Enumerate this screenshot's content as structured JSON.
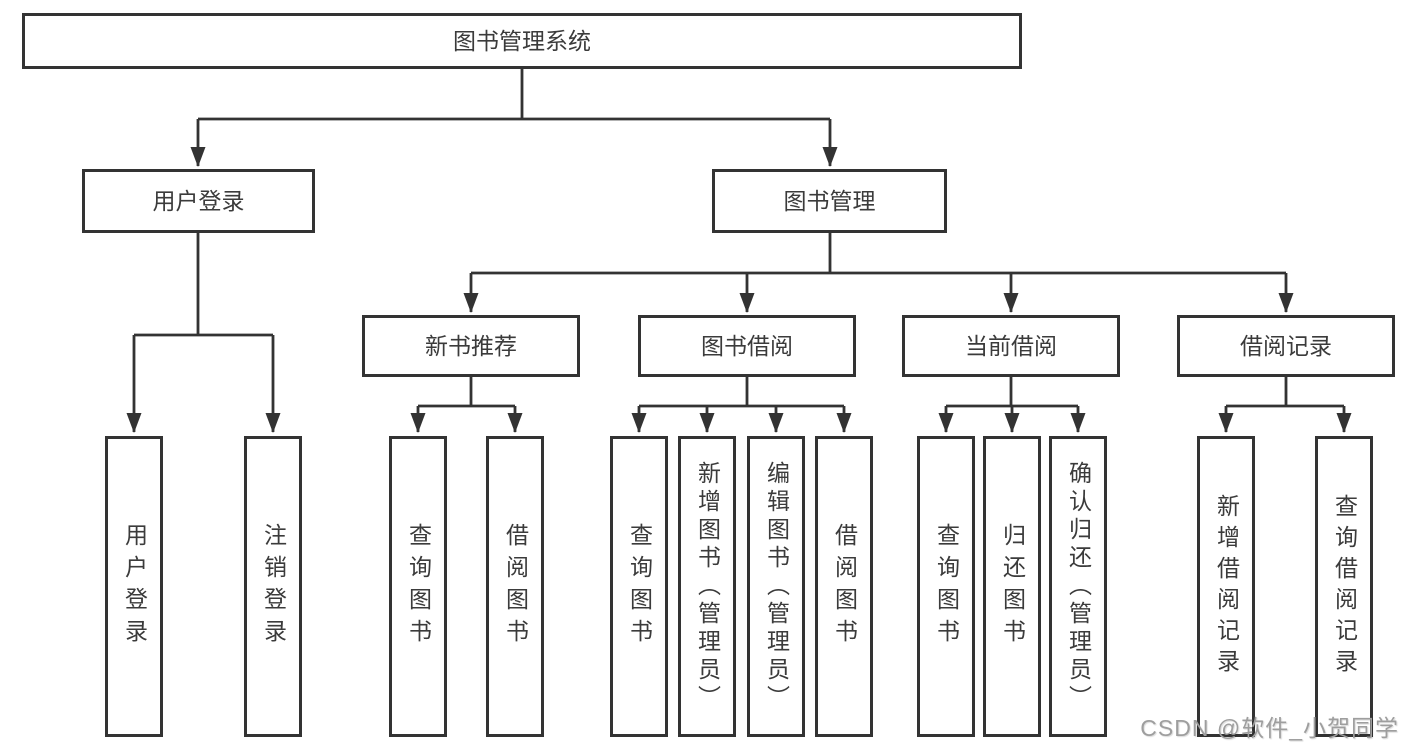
{
  "diagram": {
    "root": {
      "label": "图书管理系统"
    },
    "branches": [
      {
        "label": "用户登录",
        "children": [
          "用户登录",
          "注销登录"
        ]
      },
      {
        "label": "图书管理",
        "groups": [
          {
            "label": "新书推荐",
            "children": [
              "查询图书",
              "借阅图书"
            ]
          },
          {
            "label": "图书借阅",
            "children": [
              "查询图书",
              "新增图书（管理员）",
              "编辑图书（管理员）",
              "借阅图书"
            ]
          },
          {
            "label": "当前借阅",
            "children": [
              "查询图书",
              "归还图书",
              "确认归还（管理员）"
            ]
          },
          {
            "label": "借阅记录",
            "children": [
              "新增借阅记录",
              "查询借阅记录"
            ]
          }
        ]
      }
    ]
  },
  "watermark": {
    "text": "CSDN @软件_小贺同学"
  },
  "colors": {
    "line": "#333333",
    "box_border": "#333333",
    "box_fill": "#ffffff",
    "text": "#3b3b3b",
    "watermark": "#9e9e9e",
    "background": "#ffffff"
  }
}
